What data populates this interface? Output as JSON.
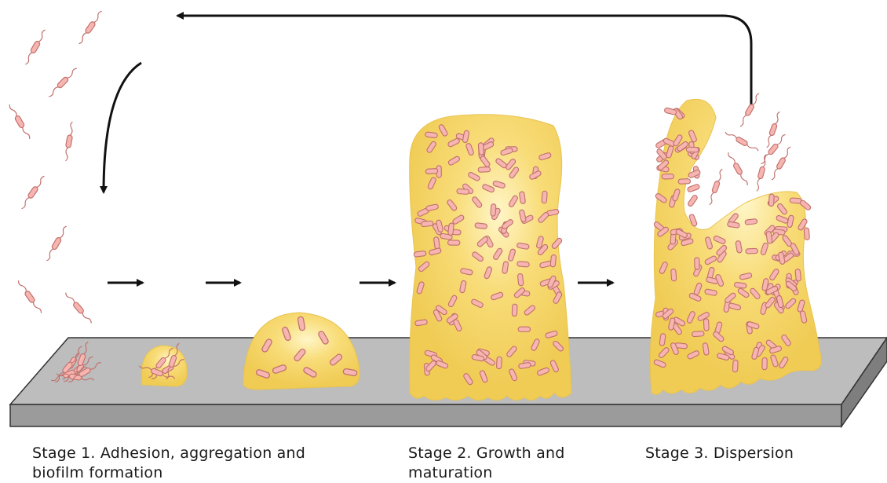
{
  "stages": [
    {
      "line1": "Stage 1. Adhesion, aggregation and",
      "line2": "biofilm formation"
    },
    {
      "line1": "Stage 2. Growth and",
      "line2": "maturation"
    },
    {
      "line1": "Stage 3. Dispersion",
      "line2": ""
    }
  ],
  "colors": {
    "biofilm": "#f6d76a",
    "biofilm_edge": "#e8c350",
    "bacteria_fill": "#f6b5b0",
    "bacteria_edge": "#c0706c",
    "surface_top": "#bcbcbc",
    "surface_front": "#9a9a9a",
    "arrow": "#111111"
  }
}
